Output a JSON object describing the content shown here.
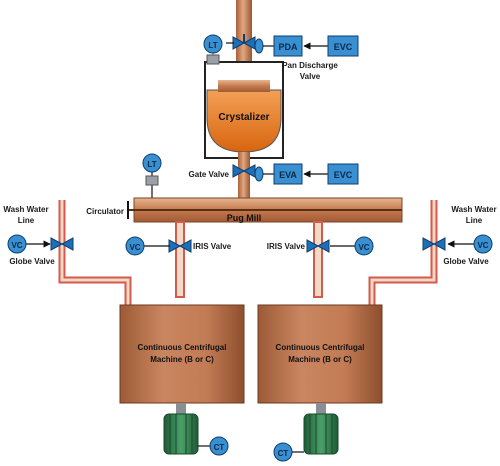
{
  "instruments": {
    "lt_top": "LT",
    "lt_left": "LT",
    "pda": "PDA",
    "evc_top": "EVC",
    "eva": "EVA",
    "evc_mid": "EVC",
    "vc_far_left": "VC",
    "vc_iris_left": "VC",
    "vc_iris_right": "VC",
    "vc_far_right": "VC",
    "ct_left": "CT",
    "ct_right": "CT"
  },
  "labels": {
    "crystalizer": "Crystalizer",
    "pan_discharge_1": "Pan Discharge",
    "pan_discharge_2": "Valve",
    "gate_valve": "Gate Valve",
    "circulator": "Circulator",
    "pug_mill": "Pug Mill",
    "wash_water_left_1": "Wash Water",
    "wash_water_left_2": "Line",
    "wash_water_right_1": "Wash Water",
    "wash_water_right_2": "Line",
    "globe_valve_left": "Globe Valve",
    "globe_valve_right": "Globe Valve",
    "iris_valve_left": "IRIS Valve",
    "iris_valve_right": "IRIS Valve",
    "centrifuge_left_1": "Continuous Centrifugal",
    "centrifuge_left_2": "Machine (B or C)",
    "centrifuge_right_1": "Continuous Centrifugal",
    "centrifuge_right_2": "Machine (B or C)"
  },
  "colors": {
    "copper": "#c47a4e",
    "copper_light": "#e3b08d",
    "instrument_blue": "#3a8fd0",
    "valve_blue": "#1f6fb8",
    "crystalizer_orange": "#e67a1e",
    "motor_green": "#2f7a4a",
    "pipe_red": "#d45a4a"
  }
}
